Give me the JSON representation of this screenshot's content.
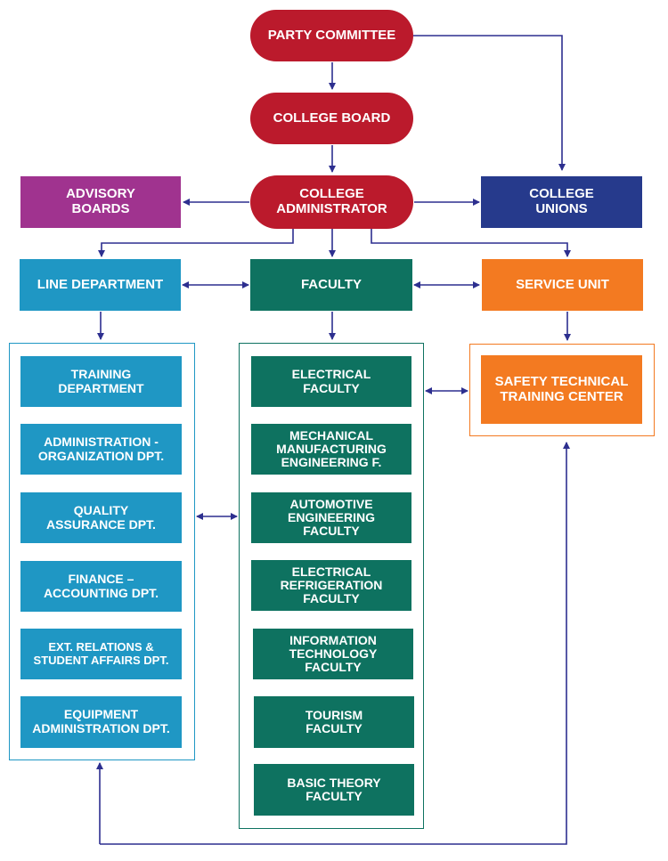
{
  "colors": {
    "governance": "#bb1a2c",
    "advisory": "#a0338f",
    "unions": "#263a8c",
    "line_department": "#1f97c4",
    "faculty": "#0e7260",
    "service_unit": "#f37a21",
    "connector": "#2d2f8f"
  },
  "top": {
    "party_committee": "PARTY COMMITTEE",
    "college_board": "COLLEGE BOARD",
    "college_administrator": [
      "COLLEGE",
      "ADMINISTRATOR"
    ],
    "advisory_boards": [
      "ADVISORY",
      "BOARDS"
    ],
    "college_unions": [
      "COLLEGE",
      "UNIONS"
    ]
  },
  "mid": {
    "line_department": "LINE DEPARTMENT",
    "faculty": "FACULTY",
    "service_unit": "SERVICE UNIT"
  },
  "line_departments": [
    [
      "TRAINING",
      "DEPARTMENT"
    ],
    [
      "ADMINISTRATION -",
      "ORGANIZATION DPT."
    ],
    [
      "QUALITY",
      "ASSURANCE DPT."
    ],
    [
      "FINANCE –",
      "ACCOUNTING DPT."
    ],
    [
      "EXT. RELATIONS &",
      "STUDENT AFFAIRS DPT."
    ],
    [
      "EQUIPMENT",
      "ADMINISTRATION DPT."
    ]
  ],
  "faculties": [
    [
      "ELECTRICAL",
      "FACULTY"
    ],
    [
      "MECHANICAL",
      "MANUFACTURING",
      "ENGINEERING F."
    ],
    [
      "AUTOMOTIVE",
      "ENGINEERING",
      "FACULTY"
    ],
    [
      "ELECTRICAL",
      "REFRIGERATION",
      "FACULTY"
    ],
    [
      "INFORMATION",
      "TECHNOLOGY",
      "FACULTY"
    ],
    [
      "TOURISM",
      "FACULTY"
    ],
    [
      "BASIC THEORY",
      "FACULTY"
    ]
  ],
  "service_units": [
    [
      "SAFETY TECHNICAL",
      "TRAINING CENTER"
    ]
  ]
}
